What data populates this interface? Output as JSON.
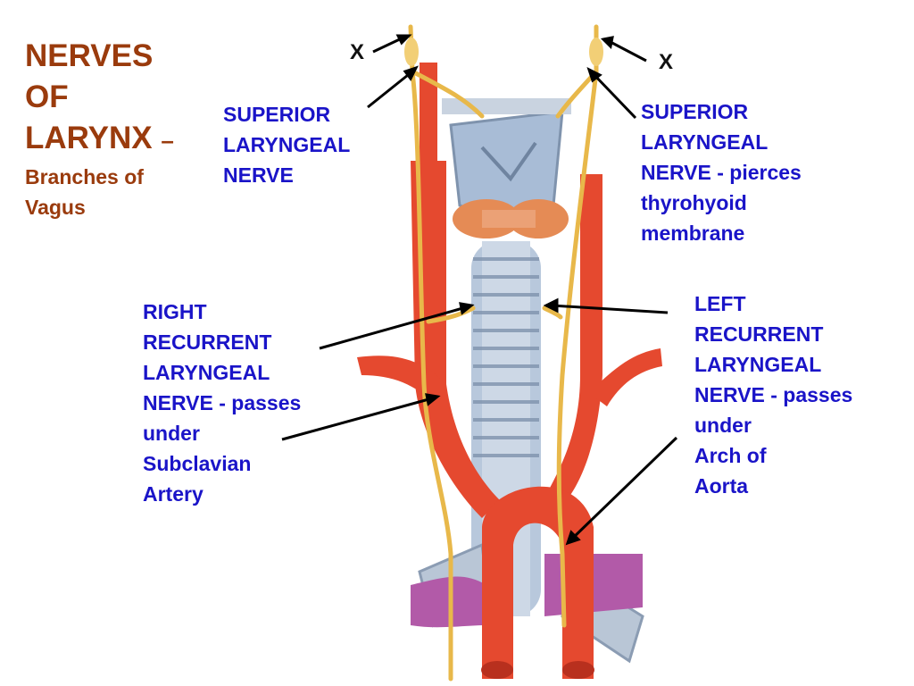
{
  "title": {
    "line1": "NERVES",
    "line2": "OF",
    "line3": "LARYNX",
    "dash": "–",
    "subtitle_line1": "Branches of",
    "subtitle_line2": "Vagus"
  },
  "marks": {
    "x_left": "X",
    "x_right": "X"
  },
  "labels": {
    "sup_left": [
      "SUPERIOR",
      "LARYNGEAL",
      "NERVE"
    ],
    "sup_right": [
      "SUPERIOR",
      "LARYNGEAL",
      "NERVE - pierces",
      "thyrohyoid",
      "membrane"
    ],
    "right_recurrent": [
      "RIGHT",
      "RECURRENT",
      "LARYNGEAL",
      "NERVE - passes",
      "under",
      "Subclavian",
      "Artery"
    ],
    "left_recurrent": [
      "LEFT",
      "RECURRENT",
      "LARYNGEAL",
      "NERVE - passes",
      "under",
      "Arch of",
      "Aorta"
    ]
  },
  "colors": {
    "title": "#9a3b0d",
    "label": "#1a14c8",
    "artery": "#e5492f",
    "artery_dark": "#b8301e",
    "nerve": "#e8b84a",
    "trachea": "#a9bcd3",
    "thyroid": "#e58b55",
    "pulmonary": "#b25aa8"
  }
}
